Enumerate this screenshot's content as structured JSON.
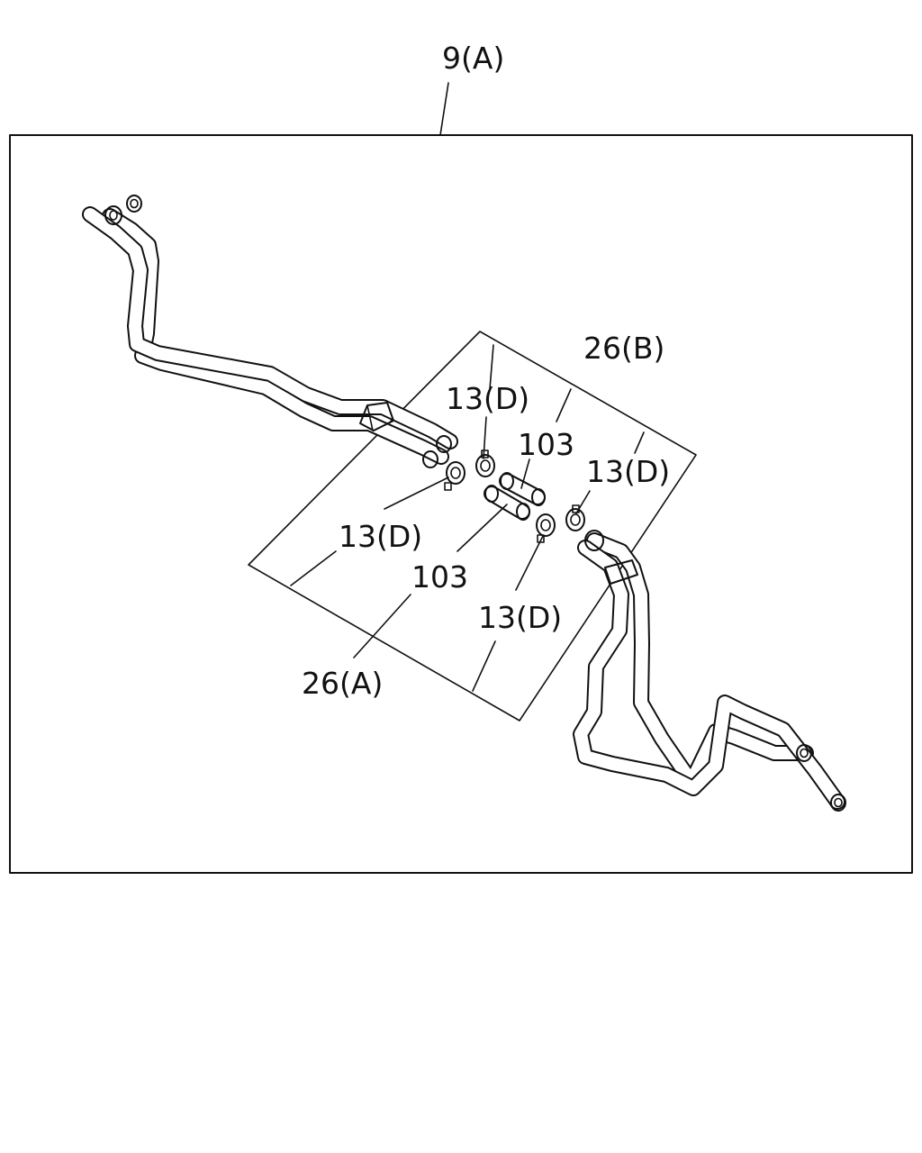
{
  "diagram": {
    "labels": {
      "top": "9(A)",
      "l26b": "26(B)",
      "l13d_top": "13(D)",
      "l103_top": "103",
      "l13d_right": "13(D)",
      "l13d_left": "13(D)",
      "l103_bottom": "103",
      "l13d_bottom": "13(D)",
      "l26a": "26(A)"
    }
  }
}
